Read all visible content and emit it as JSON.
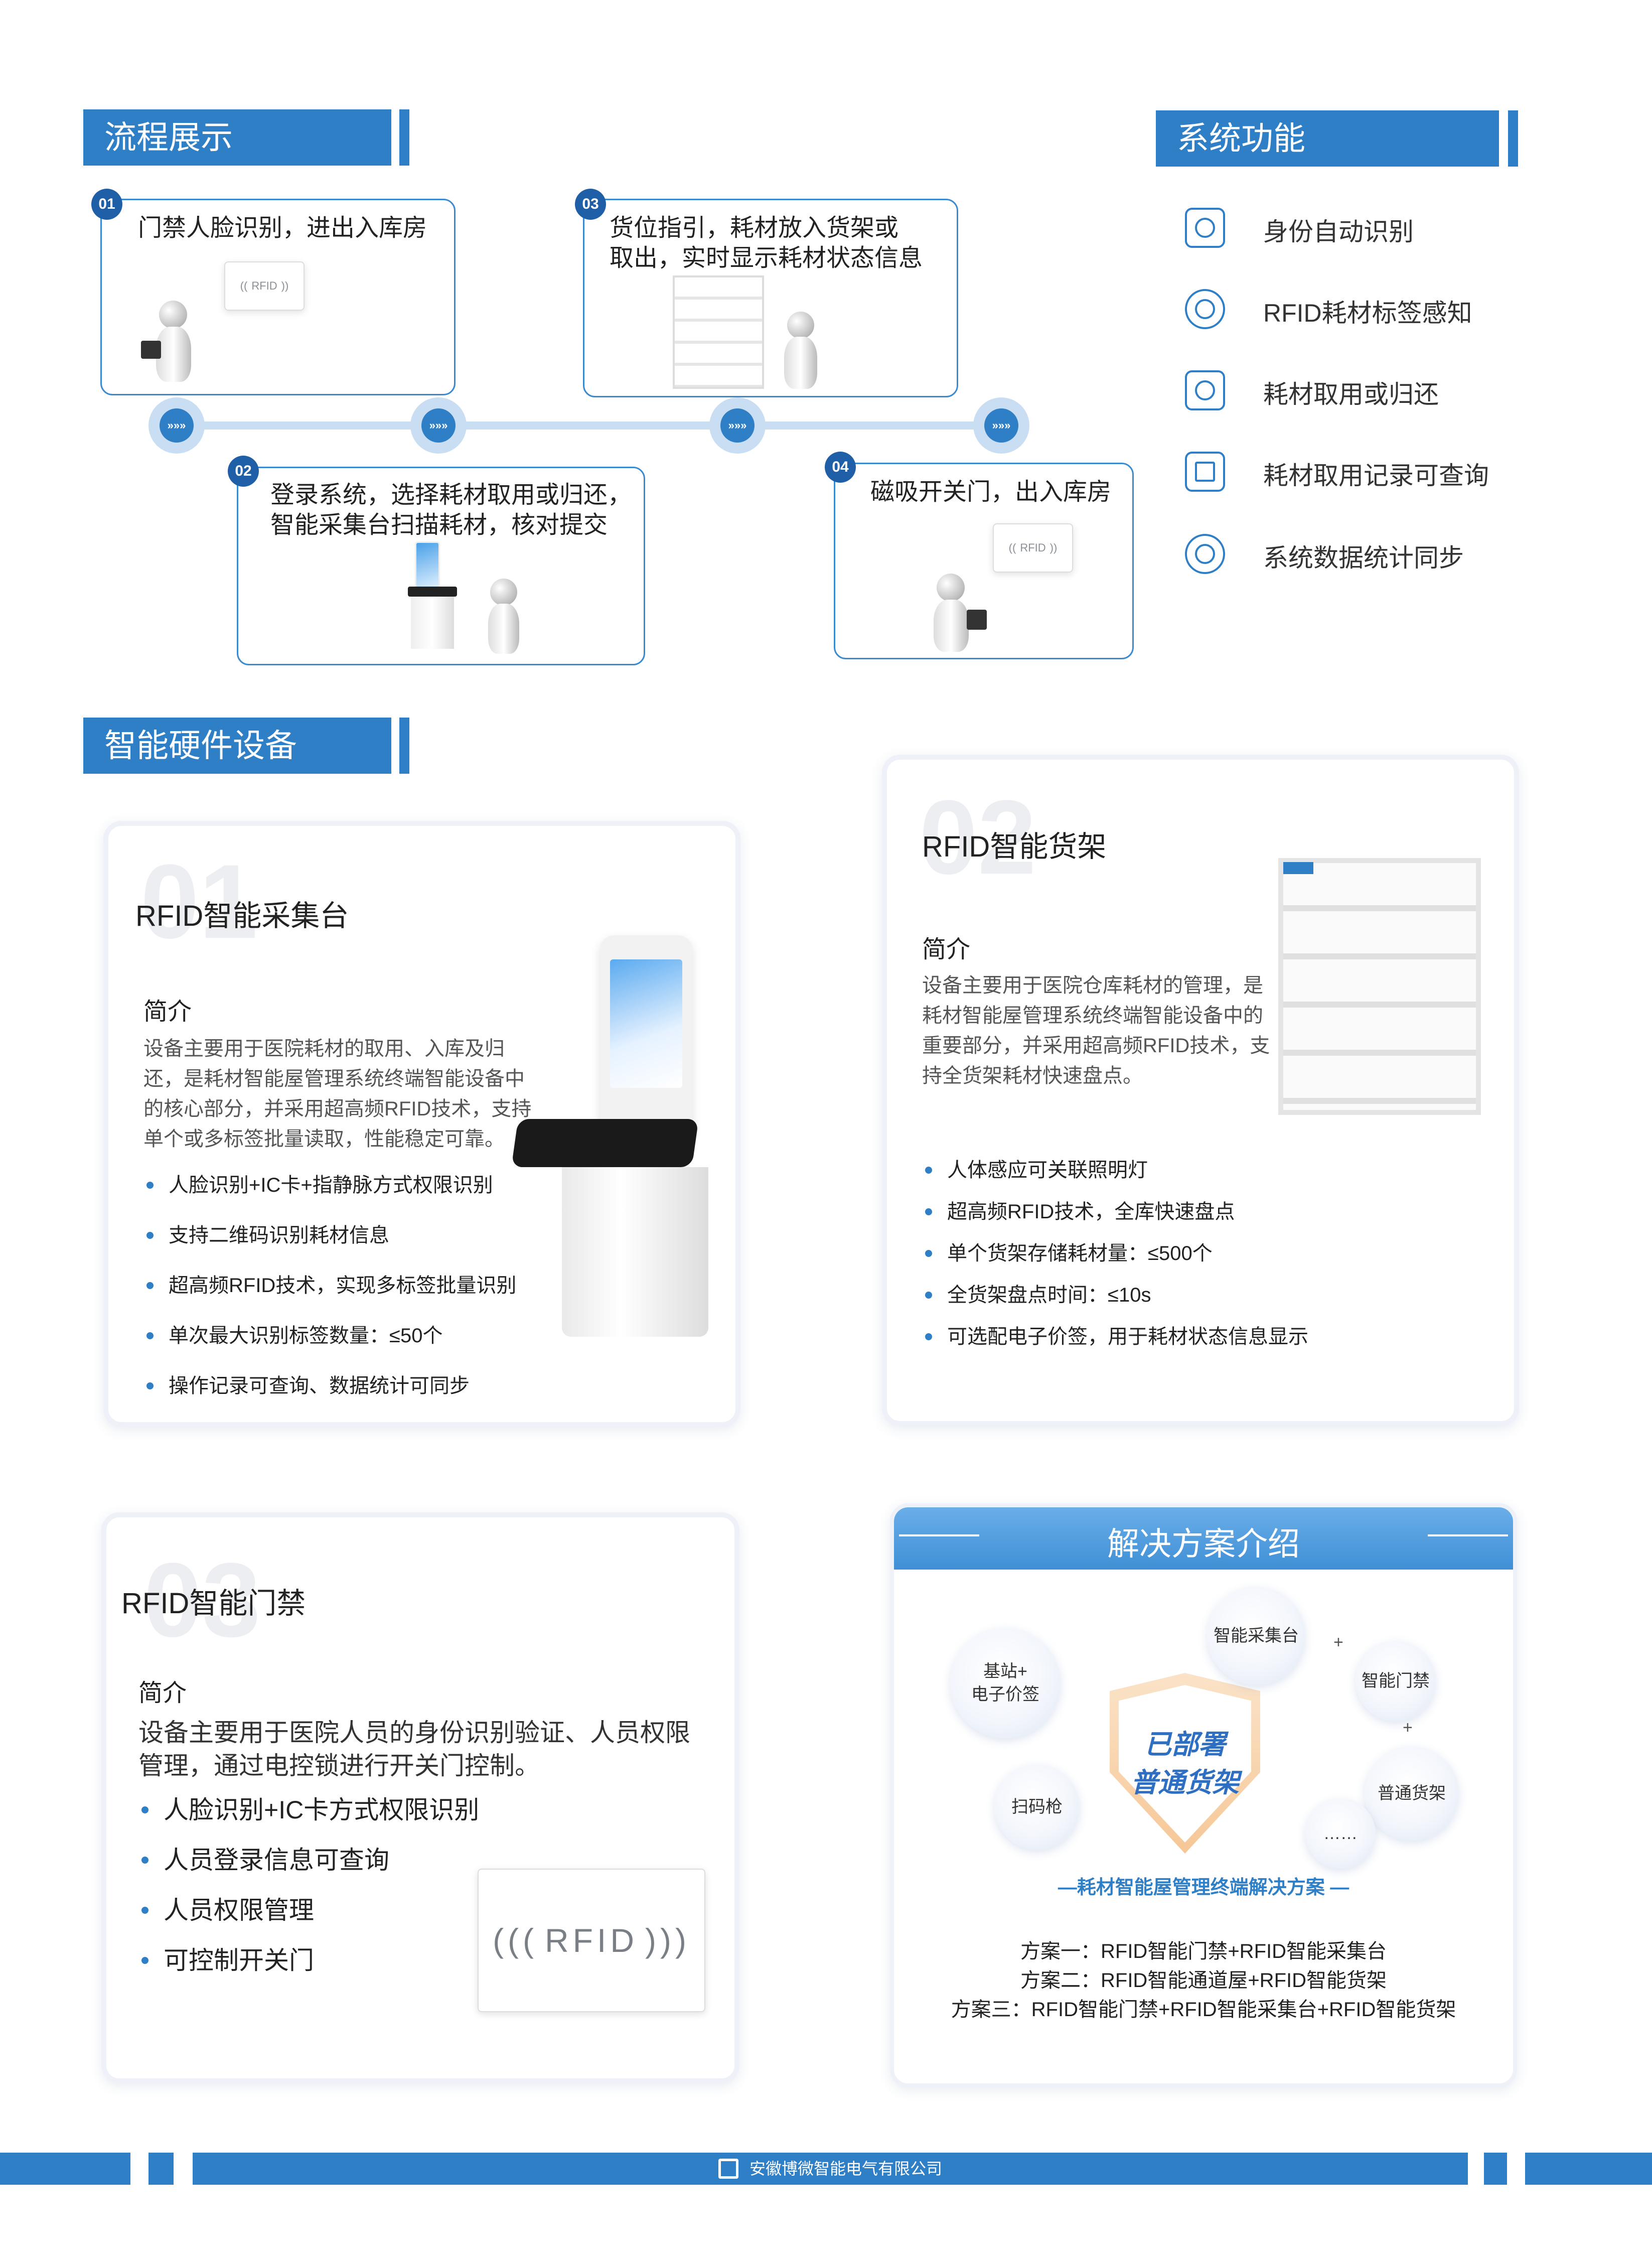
{
  "process": {
    "title": "流程展示",
    "steps": [
      {
        "num": "01",
        "text": "门禁人脸识别，进出入库房"
      },
      {
        "num": "02",
        "text": "登录系统，选择耗材取用或归还，\n智能采集台扫描耗材，核对提交"
      },
      {
        "num": "03",
        "text": "货位指引，耗材放入货架或\n取出，实时显示耗材状态信息"
      },
      {
        "num": "04",
        "text": "磁吸开关门，出入库房"
      }
    ],
    "node_glyph": "»»»",
    "rfid_label": "RFID"
  },
  "features": {
    "title": "系统功能",
    "items": [
      {
        "label": "身份自动识别",
        "icon": "id-card-icon"
      },
      {
        "label": "RFID耗材标签感知",
        "icon": "rfid-sensor-icon"
      },
      {
        "label": "耗材取用或归还",
        "icon": "return-icon"
      },
      {
        "label": "耗材取用记录可查询",
        "icon": "cart-icon"
      },
      {
        "label": "系统数据统计同步",
        "icon": "data-sync-icon"
      }
    ]
  },
  "hardware": {
    "title": "智能硬件设备",
    "cards": [
      {
        "num": "01",
        "title": "RFID智能采集台",
        "intro_label": "简介",
        "description": "设备主要用于医院耗材的取用、入库及归还，是耗材智能屋管理系统终端智能设备中的核心部分，并采用超高频RFID技术，支持单个或多标签批量读取，性能稳定可靠。",
        "bullets": [
          "人脸识别+IC卡+指静脉方式权限识别",
          "支持二维码识别耗材信息",
          "超高频RFID技术，实现多标签批量识别",
          "单次最大识别标签数量：≤50个",
          "操作记录可查询、数据统计可同步"
        ]
      },
      {
        "num": "02",
        "title": "RFID智能货架",
        "intro_label": "简介",
        "description": "设备主要用于医院仓库耗材的管理，是耗材智能屋管理系统终端智能设备中的重要部分，并采用超高频RFID技术，支持全货架耗材快速盘点。",
        "bullets": [
          "人体感应可关联照明灯",
          "超高频RFID技术，全库快速盘点",
          "单个货架存储耗材量：≤500个",
          "全货架盘点时间：≤10s",
          "可选配电子价签，用于耗材状态信息显示"
        ]
      },
      {
        "num": "03",
        "title": "RFID智能门禁",
        "intro_label": "简介",
        "description": "设备主要用于医院人员的身份识别验证、人员权限管理，通过电控锁进行开关门控制。",
        "bullets": [
          "人脸识别+IC卡方式权限识别",
          "人员登录信息可查询",
          "人员权限管理",
          "可控制开关门"
        ],
        "device_label": "RFID"
      }
    ]
  },
  "solution": {
    "title": "解决方案介绍",
    "shield_lines": [
      "已部署",
      "普通货架"
    ],
    "bubbles": [
      "智能采集台",
      "智能门禁",
      "普通货架",
      "……",
      "扫码枪",
      "基站+\n电子价签"
    ],
    "plus": "+",
    "subtitle": "—耗材智能屋管理终端解决方案 —",
    "plans": [
      "方案一：RFID智能门禁+RFID智能采集台",
      "方案二：RFID智能通道屋+RFID智能货架",
      "方案三：RFID智能门禁+RFID智能采集台+RFID智能货架"
    ]
  },
  "footer": {
    "company": "安徽博微智能电气有限公司"
  },
  "colors": {
    "primary": "#2f7fc7",
    "dark_blue": "#1f5fa8",
    "light_blue": "#c9def2"
  }
}
